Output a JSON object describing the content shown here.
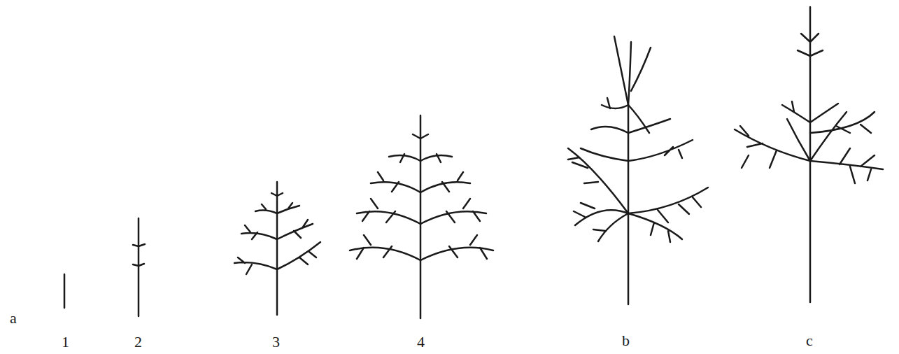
{
  "diagram": {
    "labels": [
      "a",
      "1",
      "2",
      "3",
      "4",
      "b",
      "c"
    ]
  }
}
